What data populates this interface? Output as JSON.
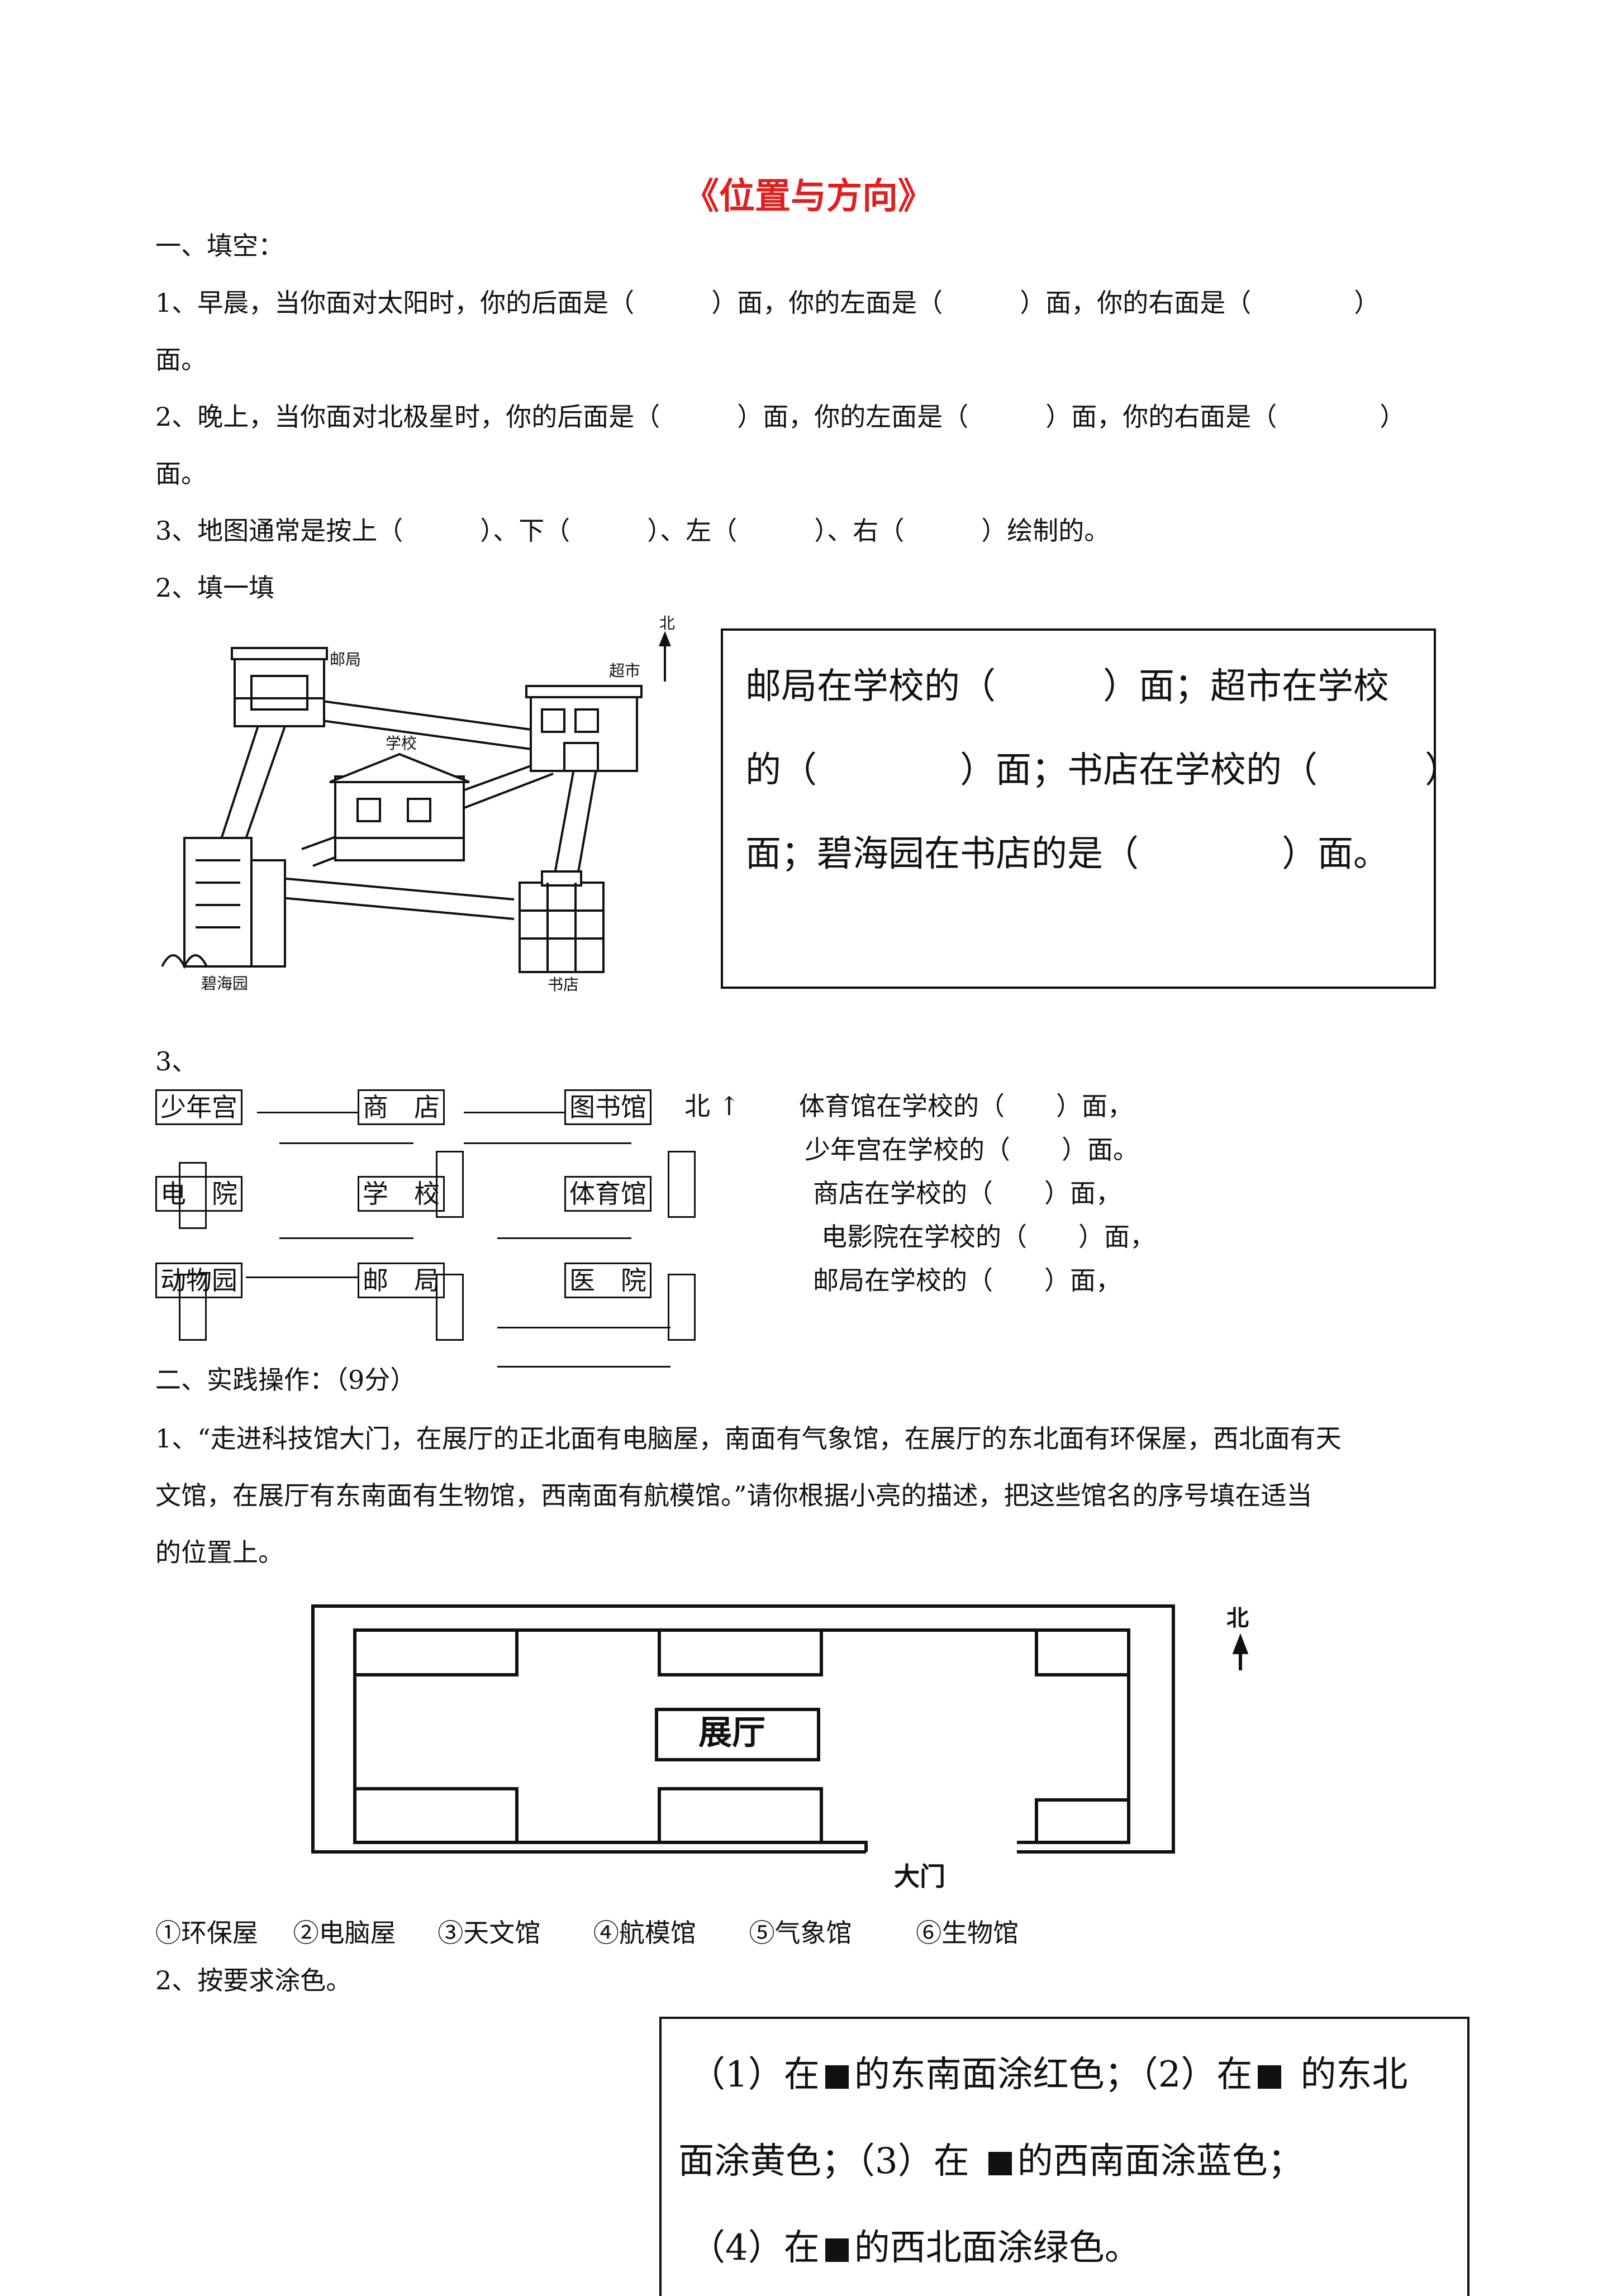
{
  "title": "《位置与方向》",
  "section1": {
    "heading": "一、填空：",
    "q1_line1": "1、早晨，当你面对太阳时，你的后面是（　　　）面，你的左面是（　　　）面，你的右面是（　　　　）",
    "q1_line2": "面。",
    "q2_line1": "2、晚上，当你面对北极星时，你的后面是（　　　）面，你的左面是（　　　）面，你的右面是（　　　　）",
    "q2_line2": "面。",
    "q3": "3、地图通常是按上（　　　）、下（　　　）、左（　　　）、右（　　　）绘制的。"
  },
  "section2": {
    "heading": "2、填一填",
    "map_labels": {
      "north": "北",
      "post": "邮局",
      "market": "超市",
      "school": "学校",
      "garden": "碧海园",
      "bookstore": "书店"
    },
    "box_line1": "邮局在学校的（　　　）面；超市在学校",
    "box_line2": "的（　　　　）面；书店在学校的（　　　）",
    "box_line3": "面；碧海园在书店的是（　　　　）面。"
  },
  "section3": {
    "number": "3、",
    "grid": {
      "r1": [
        "少年宫",
        "商　店",
        "图书馆"
      ],
      "r2": [
        "电　院",
        "学　校",
        "体育馆"
      ],
      "r3": [
        "动物园",
        "邮　局",
        "医　院"
      ]
    },
    "north": "北",
    "questions": [
      "体育馆在学校的（　　）面，",
      "少年宫在学校的（　　）面。",
      "商店在学校的（　　）面，",
      "电影院在学校的（　　）面，",
      "邮局在学校的（　　）面，"
    ]
  },
  "part2": {
    "heading": "二、实践操作：（9分）",
    "q1_line1": "1、“走进科技馆大门，在展厅的正北面有电脑屋，南面有气象馆，在展厅的东北面有环保屋，西北面有天",
    "q1_line2": "文馆，在展厅有东南面有生物馆，西南面有航模馆。”请你根据小亮的描述，把这些馆名的序号填在适当",
    "q1_line3": "的位置上。",
    "hall_label": "展厅",
    "gate_label": "大门",
    "north": "北",
    "options": [
      "①环保屋",
      "②电脑屋",
      "③天文馆",
      "④航模馆",
      "⑤气象馆",
      "⑥生物馆"
    ],
    "q2_heading": "2、按要求涂色。",
    "color_line1a": "（1）在",
    "color_line1b": "的东南面涂红色；（2）在",
    "color_line1c": "的东北",
    "color_line2a": "面涂黄色；（3）在",
    "color_line2b": "的西南面涂蓝色；",
    "color_line3a": "（4）在",
    "color_line3b": "的西北面涂绿色。"
  }
}
